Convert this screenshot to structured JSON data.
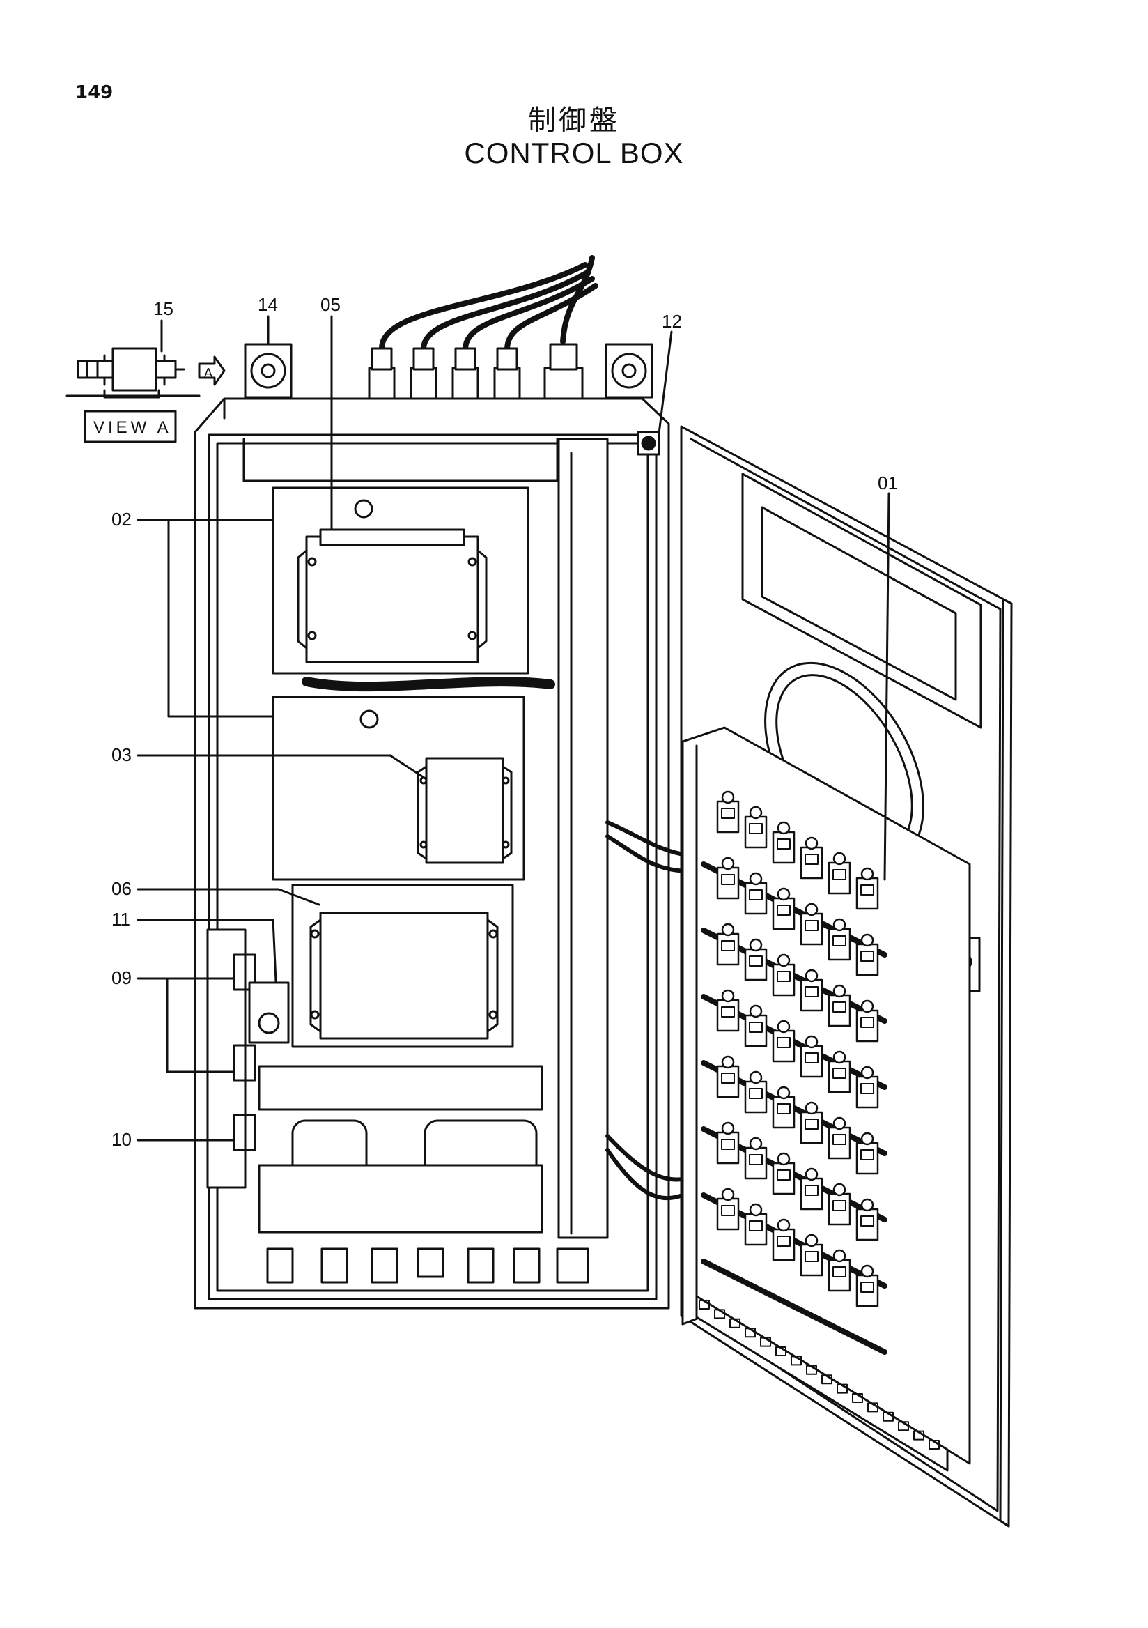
{
  "page_number": "149",
  "title_jp": "制御盤",
  "title_en": "CONTROL BOX",
  "view": {
    "caption": "VIEW A",
    "arrow_letter": "A"
  },
  "callouts": {
    "c15": "15",
    "c14": "14",
    "c05": "05",
    "c12": "12",
    "c01": "01",
    "c02": "02",
    "c03": "03",
    "c06": "06",
    "c11": "11",
    "c09": "09",
    "c10": "10"
  }
}
